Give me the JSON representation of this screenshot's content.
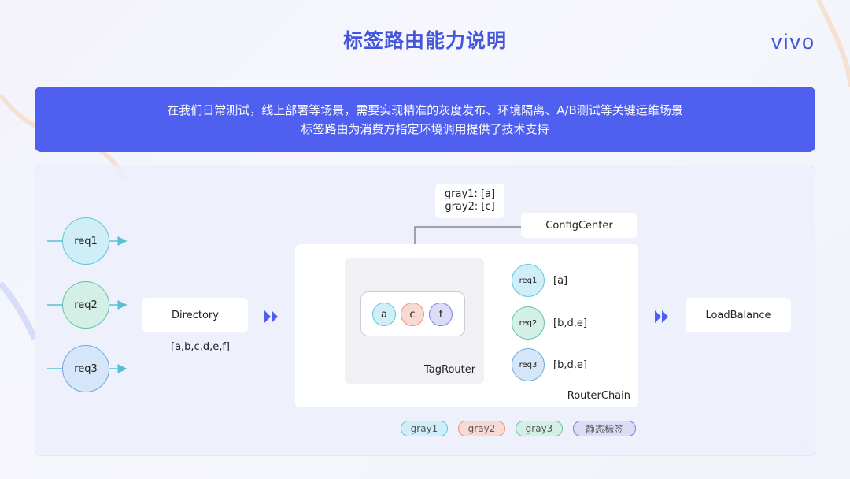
{
  "title": "标签路由能力说明",
  "logo": "vivo",
  "banner": {
    "line1": "在我们日常测试，线上部署等场景，需要实现精准的灰度发布、环境隔离、A/B测试等关键运维场景",
    "line2": "标签路由为消费方指定环境调用提供了技术支持"
  },
  "requests": [
    "req1",
    "req2",
    "req3"
  ],
  "directory": {
    "label": "Directory",
    "list": "[a,b,c,d,e,f]"
  },
  "config": {
    "note_line1": "gray1: [a]",
    "note_line2": "gray2: [c]",
    "label": "ConfigCenter"
  },
  "tag_router": {
    "label": "TagRouter",
    "items": [
      "a",
      "c",
      "f"
    ]
  },
  "router_chain": {
    "label": "RouterChain",
    "results": [
      {
        "req": "req1",
        "value": "[a]"
      },
      {
        "req": "req2",
        "value": "[b,d,e]"
      },
      {
        "req": "req3",
        "value": "[b,d,e]"
      }
    ]
  },
  "load_balance": "LoadBalance",
  "legend": [
    "gray1",
    "gray2",
    "gray3",
    "静态标签"
  ],
  "colors": {
    "gray1": "#cfeef7",
    "gray2": "#f8d9d3",
    "gray3": "#d3efe6",
    "static": "#dcdcf7",
    "accent": "#4f5ff0"
  }
}
